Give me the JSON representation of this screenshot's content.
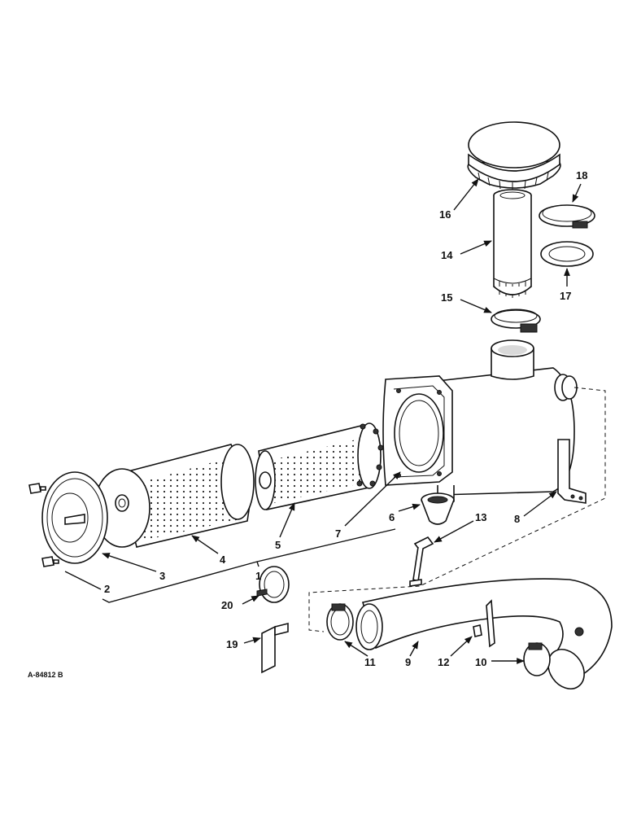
{
  "figure_code": "A-84812 B",
  "callouts": {
    "c1": "1",
    "c2": "2",
    "c3": "3",
    "c4": "4",
    "c5": "5",
    "c6": "6",
    "c7": "7",
    "c8": "8",
    "c9": "9",
    "c10": "10",
    "c11": "11",
    "c12": "12",
    "c13": "13",
    "c14": "14",
    "c15": "15",
    "c16": "16",
    "c17": "17",
    "c18": "18",
    "c19": "19",
    "c20": "20"
  }
}
